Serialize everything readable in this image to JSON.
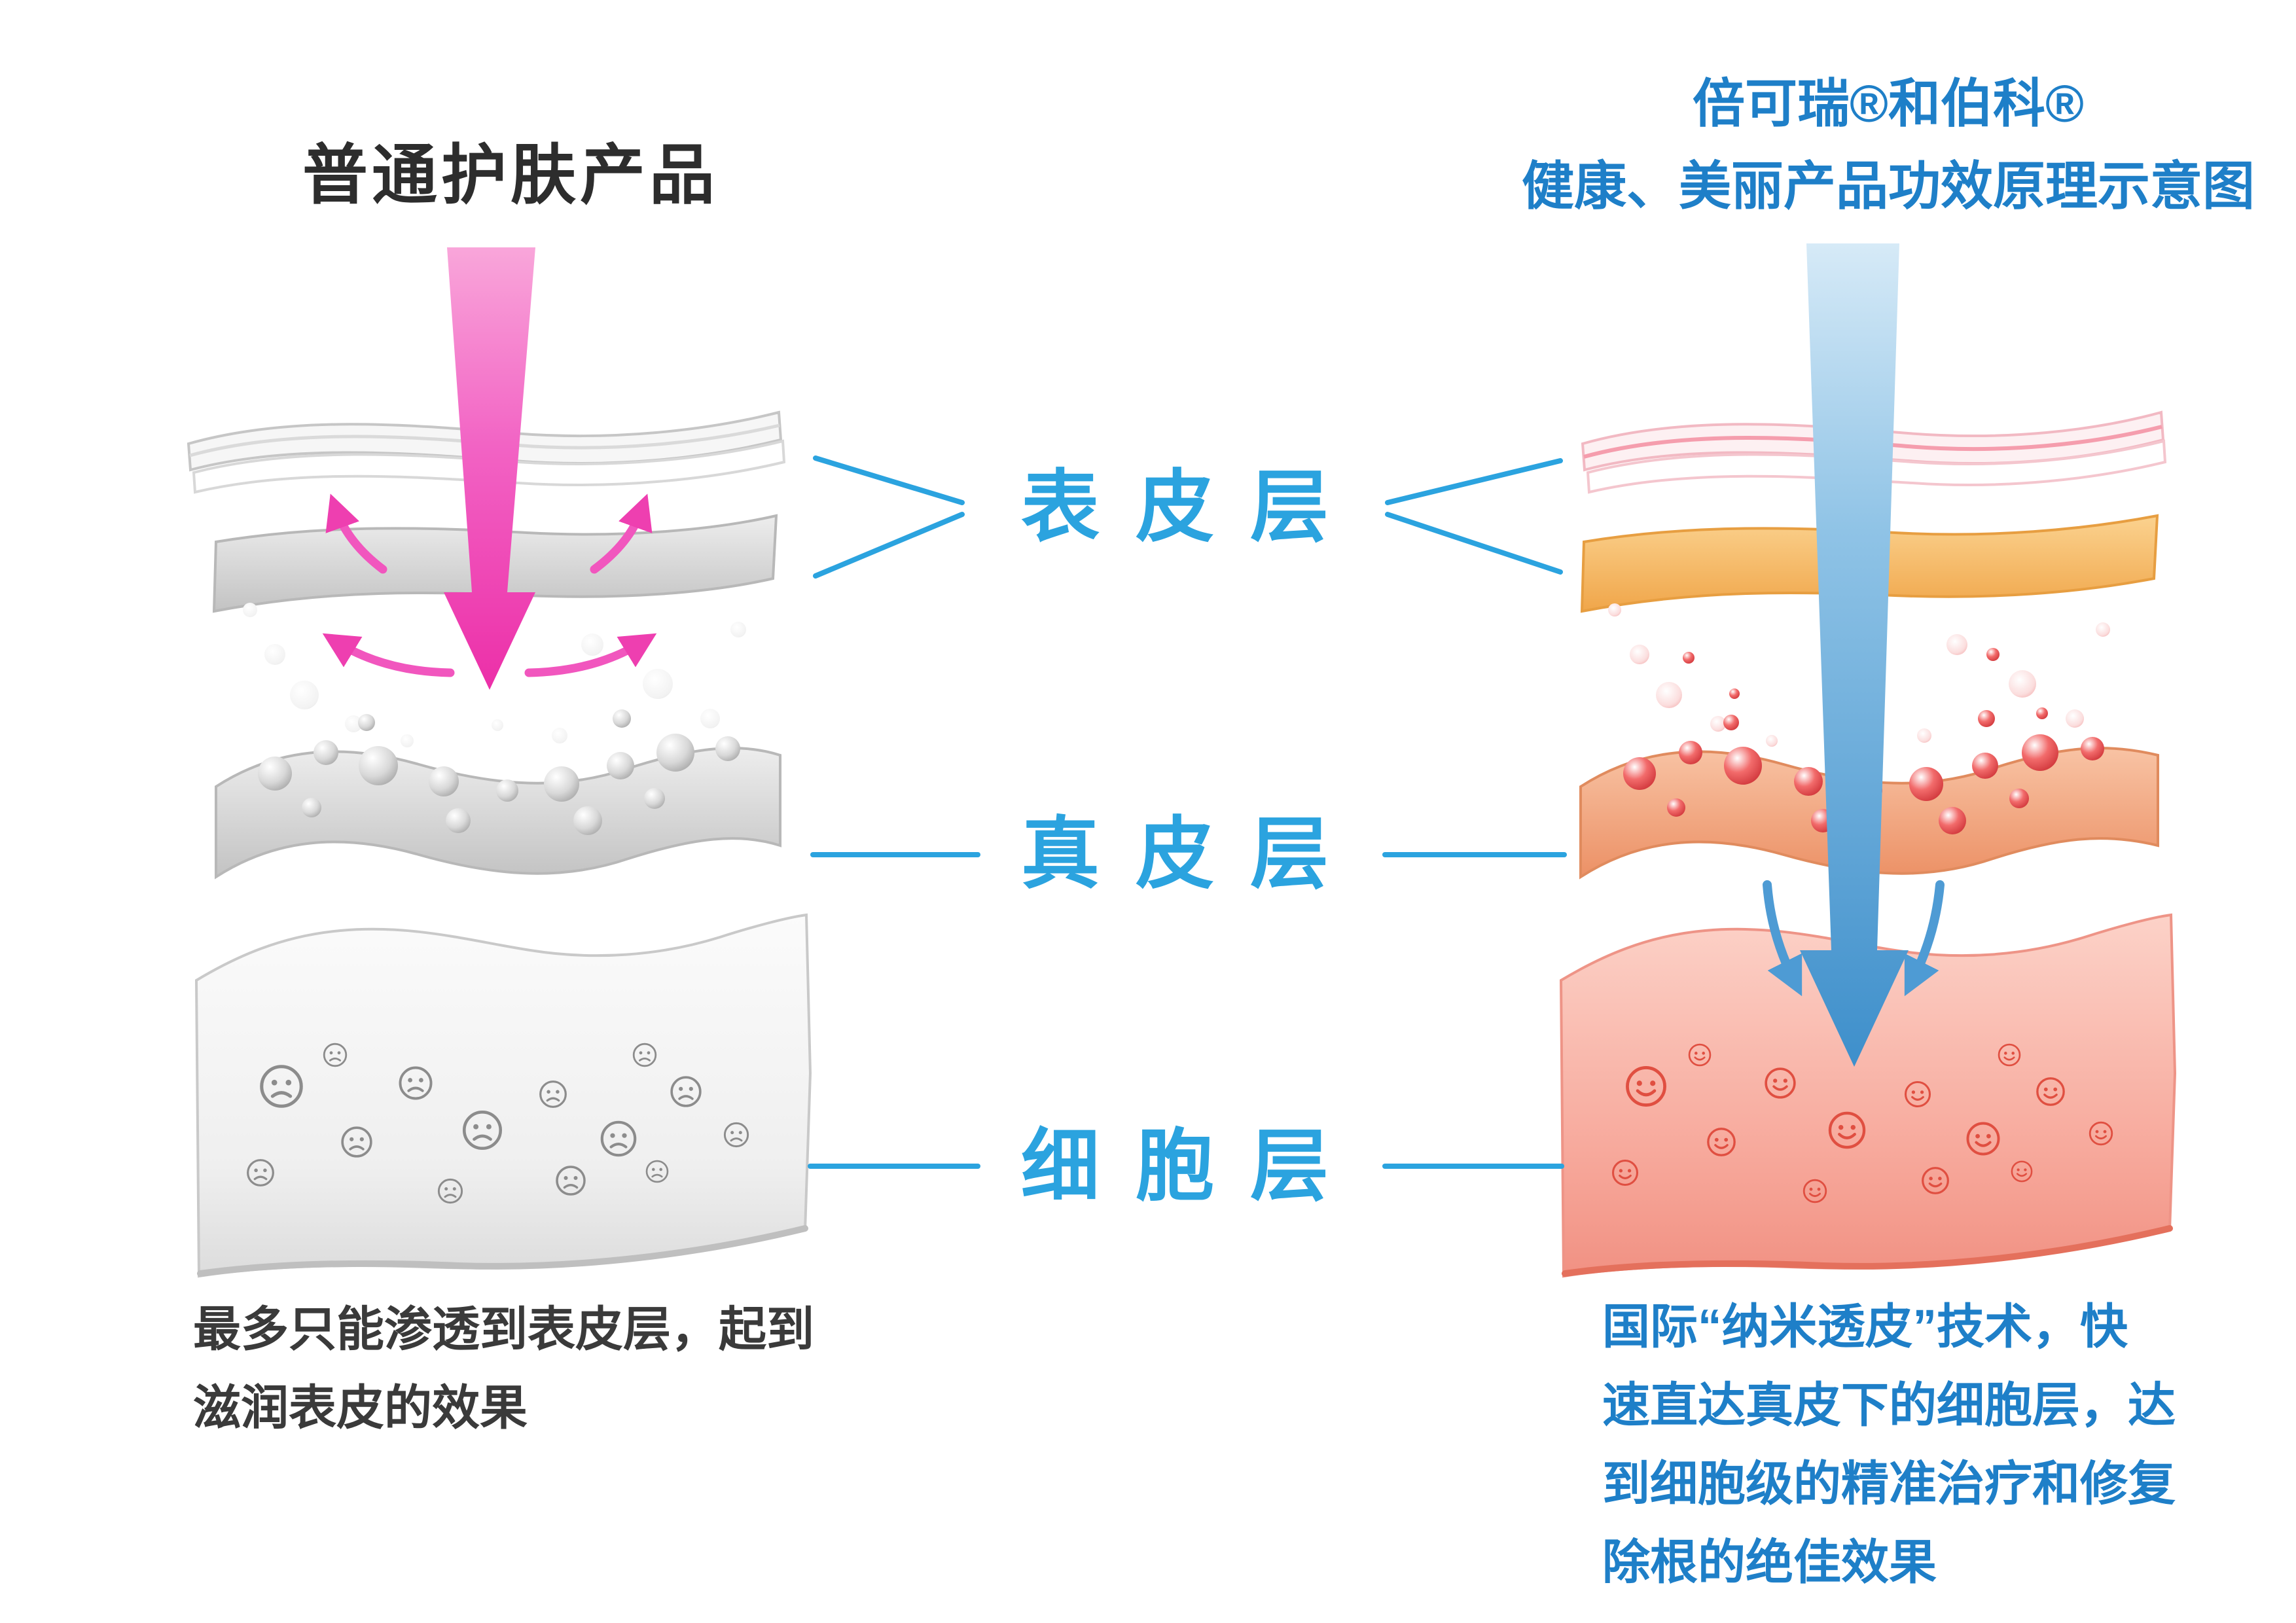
{
  "left": {
    "title": "普通护肤产品",
    "caption_line1": "最多只能渗透到表皮层，起到",
    "caption_line2": "滋润表皮的效果"
  },
  "right": {
    "title_line1": "倍可瑞®和伯科®",
    "title_line2": "健康、美丽产品功效原理示意图",
    "caption_line1": "国际“纳米透皮”技术，快",
    "caption_line2": "速直达真皮下的细胞层，达",
    "caption_line3": "到细胞级的精准治疗和修复",
    "caption_line4": "除根的绝佳效果"
  },
  "labels": {
    "epidermis": "表皮层",
    "dermis": "真皮层",
    "cell_layer": "细胞层"
  },
  "colors": {
    "label_blue": "#2BA3DF",
    "title_blue": "#1E7FC8",
    "caption_dark": "#3A3A3A",
    "pink_arrow": "#EC2FA8",
    "blue_arrow": "#3E8FCB"
  }
}
